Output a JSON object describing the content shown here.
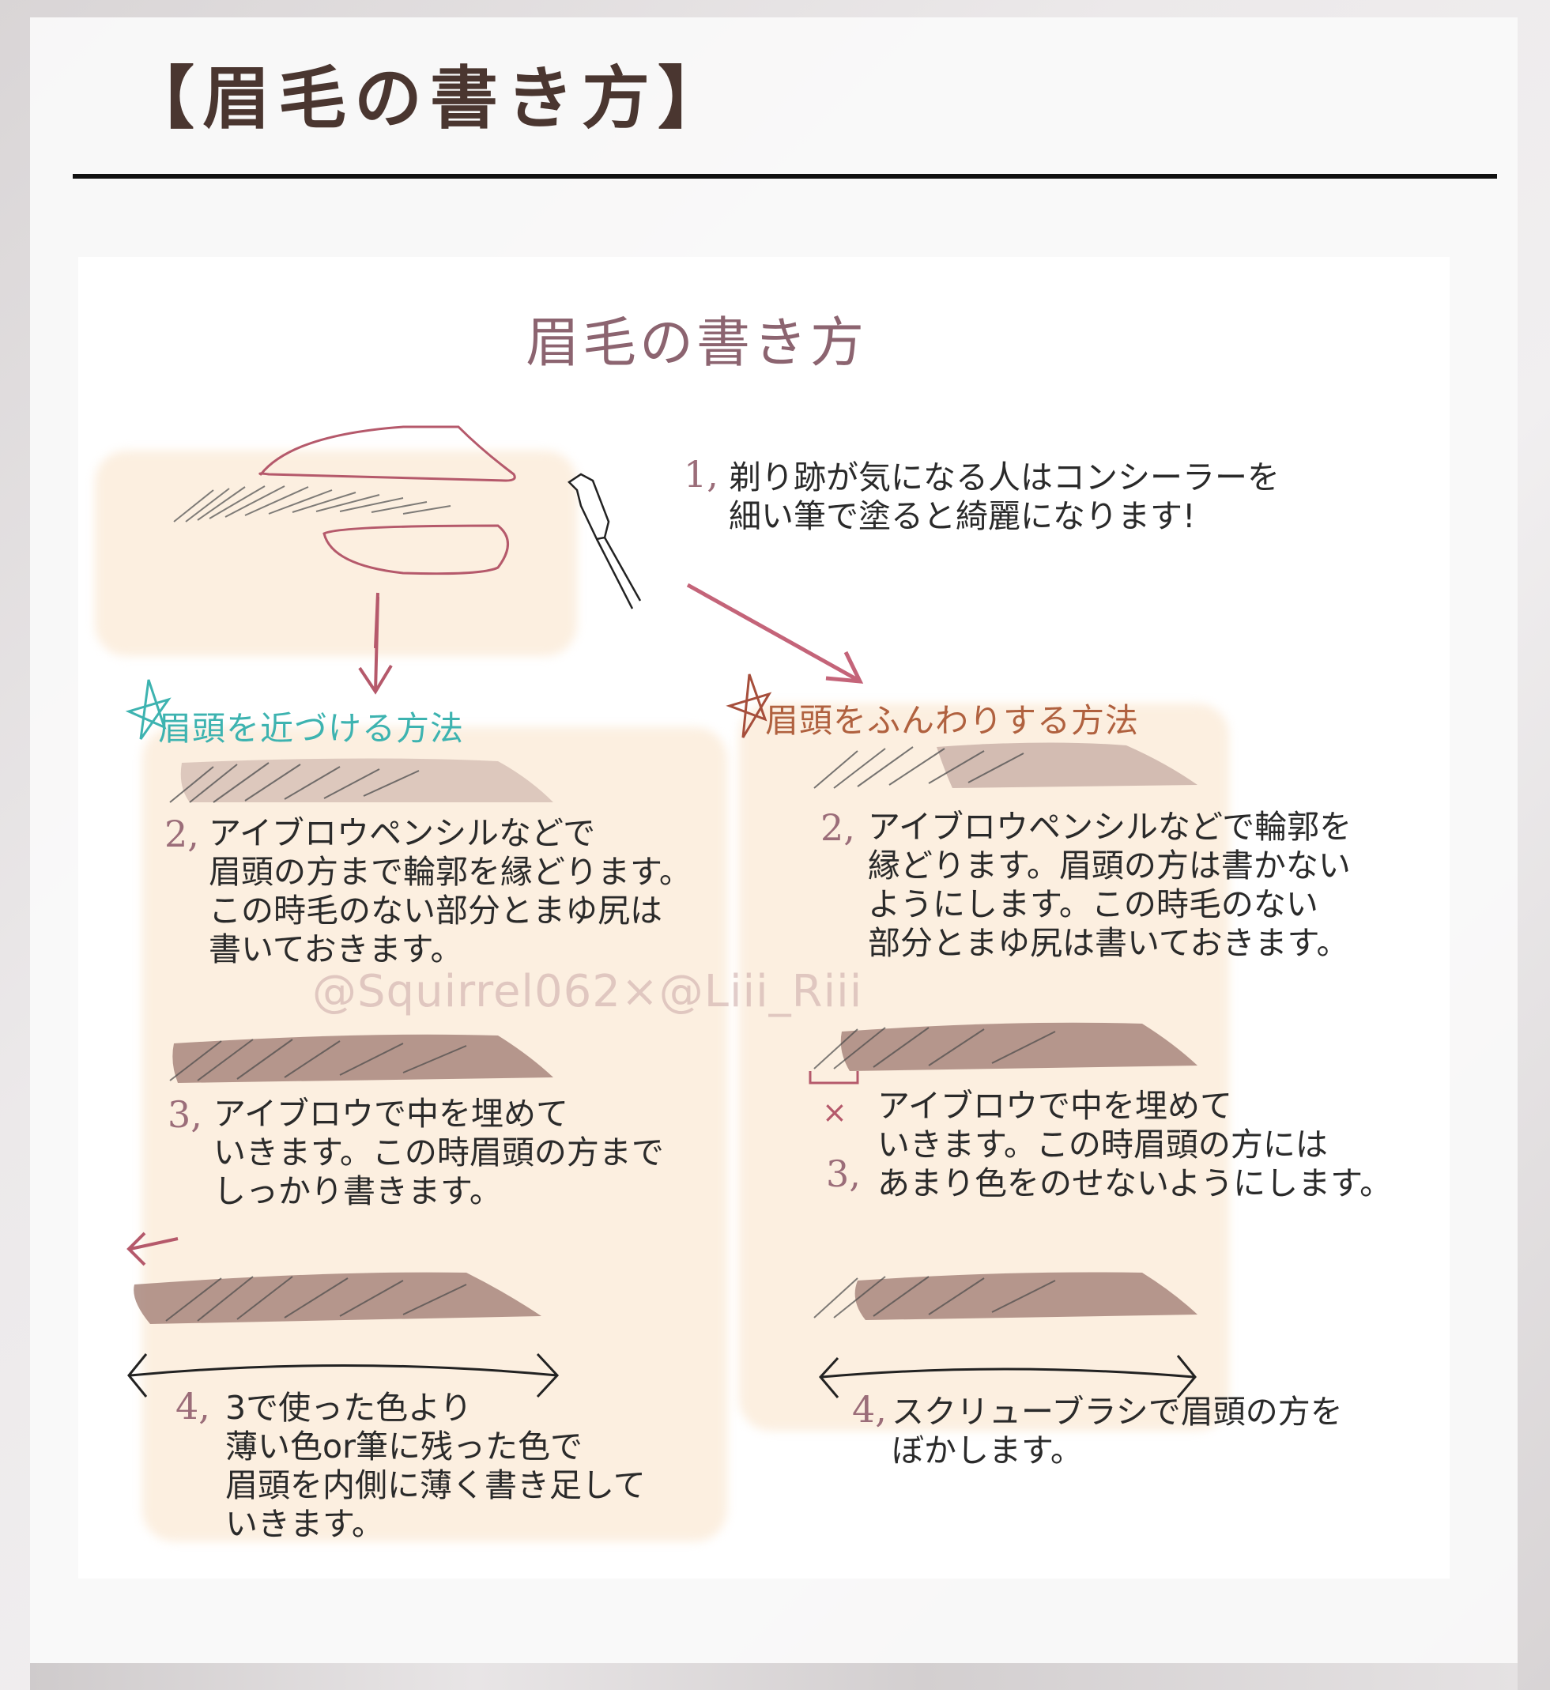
{
  "header": {
    "title": "【眉毛の書き方】"
  },
  "card": {
    "title": "眉毛の書き方",
    "watermark": "@Squirrel062×@Liii_Riii",
    "step1": {
      "number": "1,",
      "text": "剃り跡が気になる人はコンシーラーを\n細い筆で塗ると綺麗になります!"
    },
    "methods": [
      {
        "heading": "眉頭を近づける方法",
        "heading_color": "#3db3b0",
        "steps": [
          {
            "number": "2,",
            "text": "アイブロウペンシルなどで\n眉頭の方まで輪郭を縁どります。\nこの時毛のない部分とまゆ尻は\n書いておきます。"
          },
          {
            "number": "3,",
            "text": "アイブロウで中を埋めて\nいきます。この時眉頭の方まで\nしっかり書きます。"
          },
          {
            "number": "4,",
            "text": "3で使った色より\n薄い色or筆に残った色で\n眉頭を内側に薄く書き足して\nいきます。"
          }
        ]
      },
      {
        "heading": "眉頭をふんわりする方法",
        "heading_color": "#b0613f",
        "steps": [
          {
            "number": "2,",
            "text": "アイブロウペンシルなどで輪郭を\n縁どります。眉頭の方は書かない\nようにします。この時毛のない\n部分とまゆ尻は書いておきます。"
          },
          {
            "number": "3,",
            "mark": "×",
            "text": "アイブロウで中を埋めて\nいきます。この時眉頭の方には\nあまり色をのせないようにします。"
          },
          {
            "number": "4,",
            "text": "スクリューブラシで眉頭の方を\nぼかします。"
          }
        ]
      }
    ]
  },
  "colors": {
    "title_brown": "#4a3630",
    "accent_mauve": "#9b6d79",
    "outline_red": "#b5596b",
    "skin_beige": "#fcefe0",
    "brow_brown": "#a8867c"
  }
}
